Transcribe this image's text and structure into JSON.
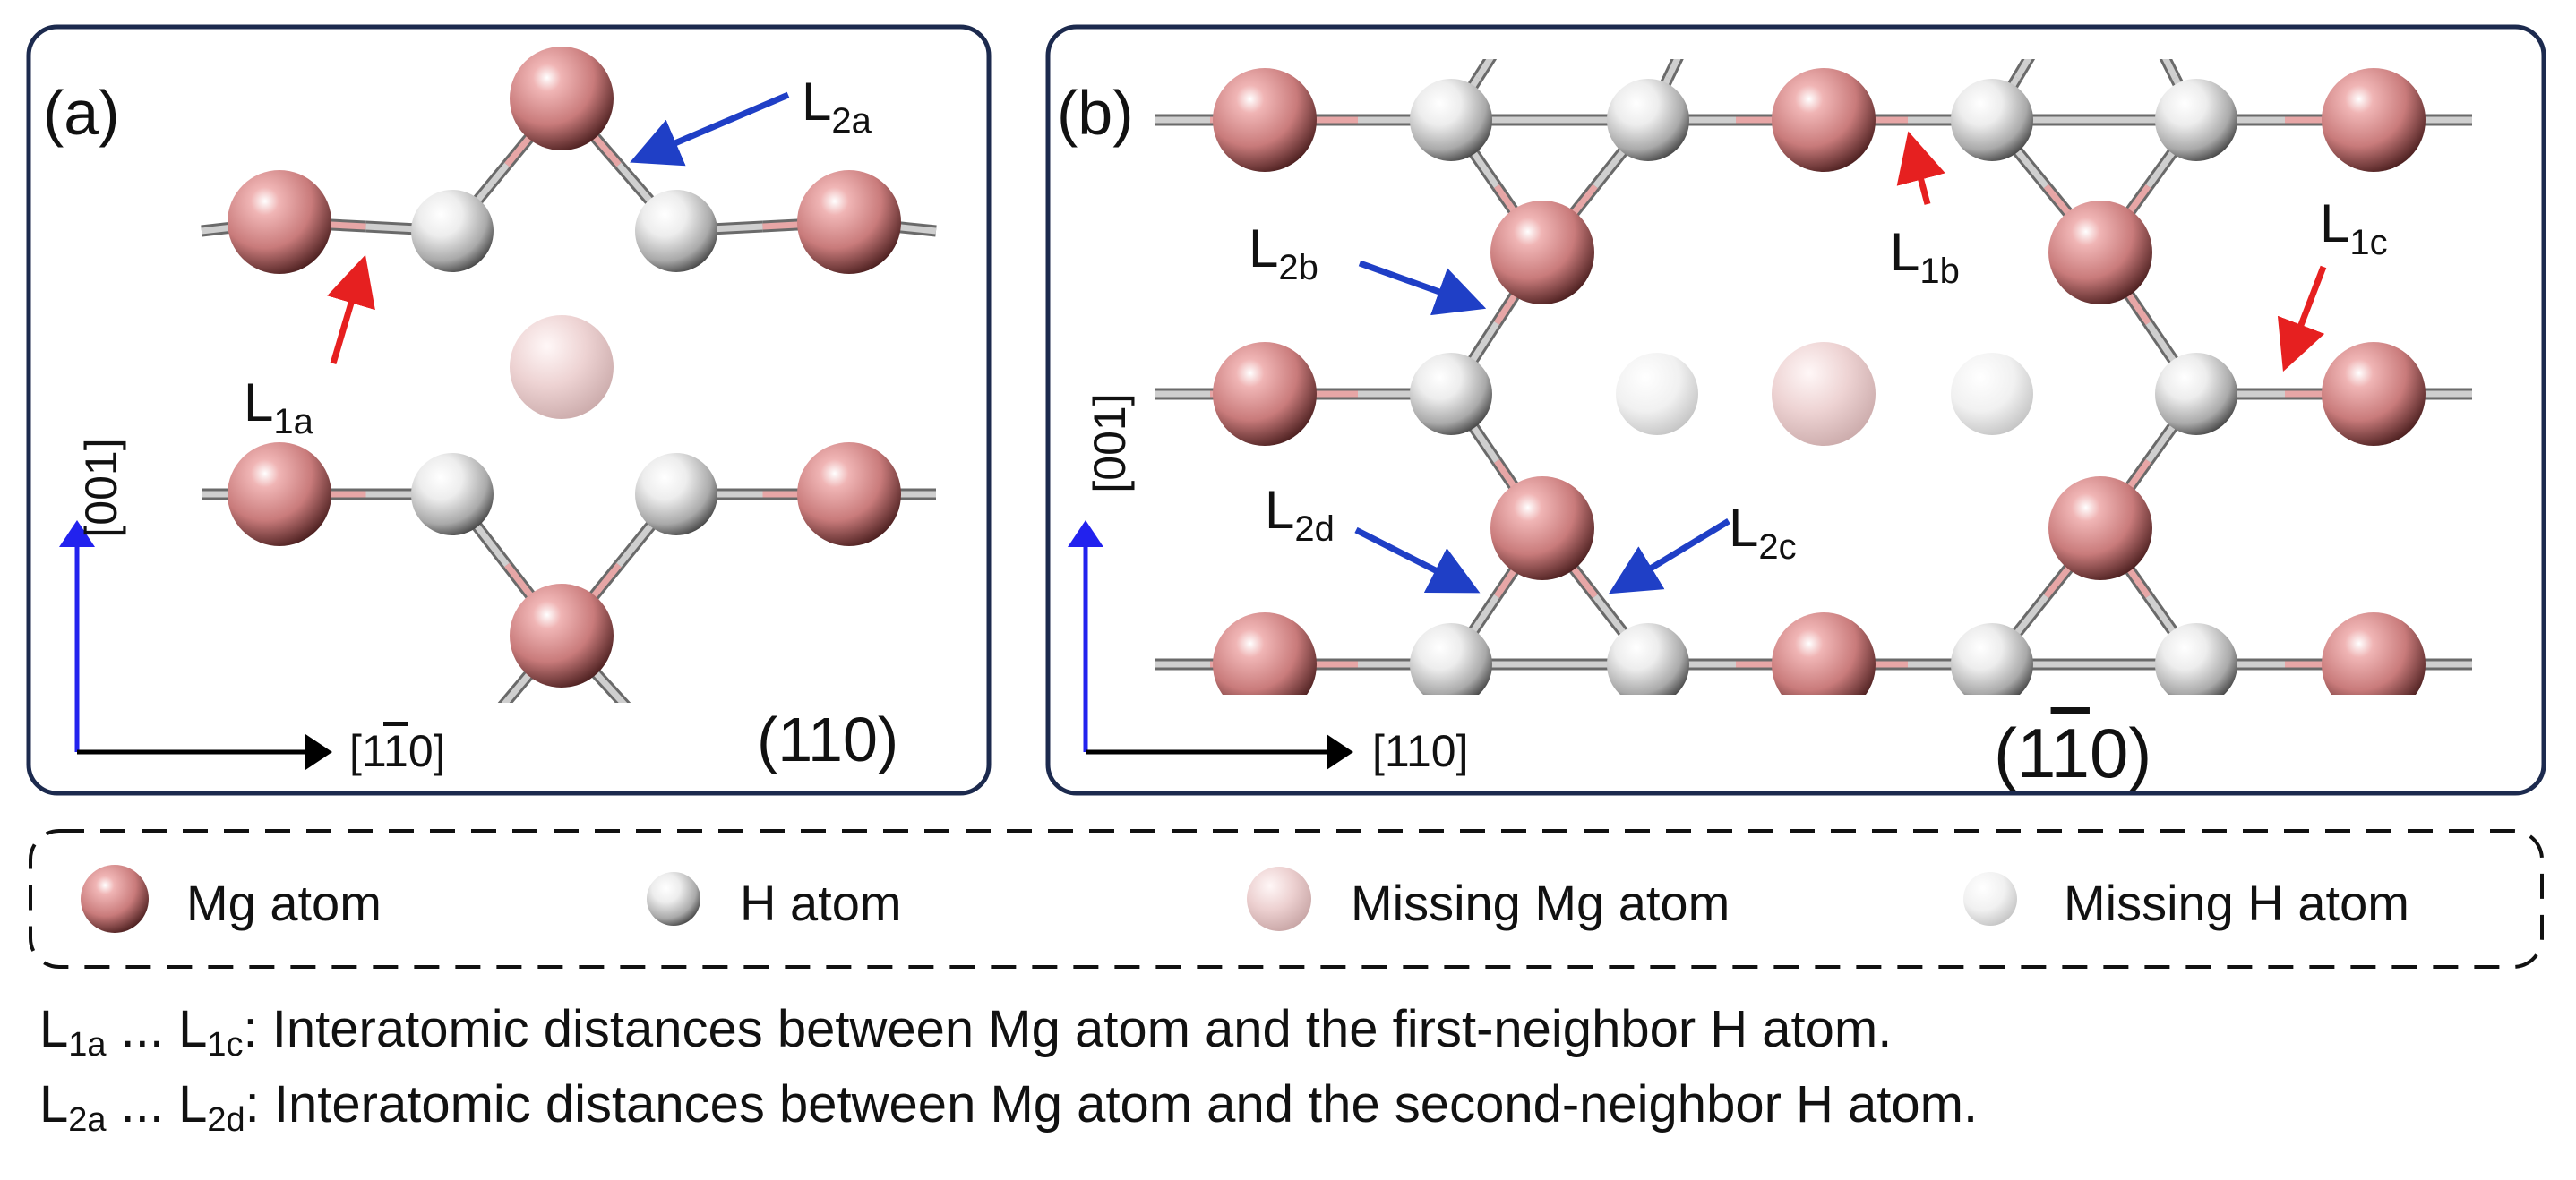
{
  "panels": {
    "a": {
      "tag": "(a)",
      "plane": "(110)",
      "axis_vertical": "[001]",
      "axis_horizontal": {
        "pre": "[1",
        "bar": "1",
        "post": "0]"
      },
      "labels": {
        "L1a": {
          "base": "L",
          "sub": "1a"
        },
        "L2a": {
          "base": "L",
          "sub": "2a"
        }
      }
    },
    "b": {
      "tag": "(b)",
      "plane": {
        "pre": "(1",
        "bar": "1",
        "post": "0)"
      },
      "axis_vertical": "[001]",
      "axis_horizontal": "[110]",
      "labels": {
        "L1b": {
          "base": "L",
          "sub": "1b"
        },
        "L1c": {
          "base": "L",
          "sub": "1c"
        },
        "L2b": {
          "base": "L",
          "sub": "2b"
        },
        "L2c": {
          "base": "L",
          "sub": "2c"
        },
        "L2d": {
          "base": "L",
          "sub": "2d"
        }
      }
    }
  },
  "legend": {
    "mg": "Mg atom",
    "h": "H atom",
    "missing_mg": "Missing Mg atom",
    "missing_h": "Missing H atom"
  },
  "caption": {
    "line1": {
      "l1": "L",
      "s1": "1a",
      "mid": " ... ",
      "l2": "L",
      "s2": "1c",
      "text": ": Interatomic distances between Mg atom and the first-neighbor H atom."
    },
    "line2": {
      "l1": "L",
      "s1": "2a",
      "mid": " ... ",
      "l2": "L",
      "s2": "2d",
      "text": ": Interatomic distances between Mg atom and the second-neighbor H atom."
    }
  },
  "colors": {
    "frame": "#1c2a4e",
    "mg": "#c97b7b",
    "h": "#e4e4e4",
    "arrow_red": "#e62020",
    "arrow_blue": "#1f3fc6",
    "axis_blue": "#2222ee"
  }
}
